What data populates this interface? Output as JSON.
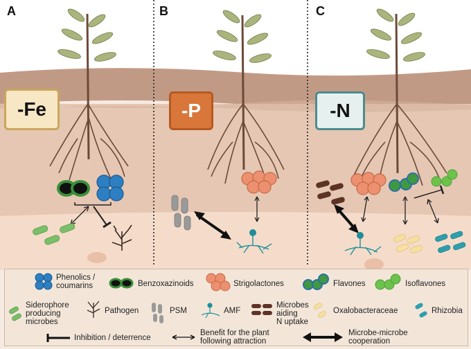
{
  "panels": [
    {
      "letter": "A",
      "badge": "-Fe",
      "badge_bg": "#f8e7c4",
      "badge_border": "#c9a65c",
      "badge_color": "#111111"
    },
    {
      "letter": "B",
      "badge": "-P",
      "badge_bg": "#d9773a",
      "badge_border": "#b55a21",
      "badge_color": "#ffffff"
    },
    {
      "letter": "C",
      "badge": "-N",
      "badge_bg": "#e6f0ee",
      "badge_border": "#4b8d8f",
      "badge_color": "#111111"
    }
  ],
  "legend": {
    "phenolics": "Phenolics /\ncoumarins",
    "benzoxazinoids": "Benzoxazinoids",
    "strigolactones": "Strigolactones",
    "flavones": "Flavones",
    "isoflavones": "Isoflavones",
    "siderophore": "Siderophore\nproducing\nmicrobes",
    "pathogen": "Pathogen",
    "psm": "PSM",
    "amf": "AMF",
    "microbes_n": "Microbes\naiding\nN uptake",
    "oxalobacteraceae": "Oxalobacteraceae",
    "rhizobia": "Rhizobia",
    "inhibition": "Inhibition / deterrence",
    "benefit": "Benefit for the plant\nfollowing attraction",
    "cooperation": "Microbe-microbe\ncooperation"
  },
  "colors": {
    "phenolics": "#2d7fc1",
    "benzoxazinoids": "#3a8f3a",
    "strigolactones": "#ec9070",
    "flavones": "#3f9a3f",
    "isoflavones": "#6cc24a",
    "siderophore": "#7bbf6a",
    "psm": "#9a9a9a",
    "amf": "#1f8e9a",
    "microbes_n": "#5e3326",
    "oxalobacteraceae": "#f6dfa2",
    "rhizobia": "#2f9fae"
  }
}
